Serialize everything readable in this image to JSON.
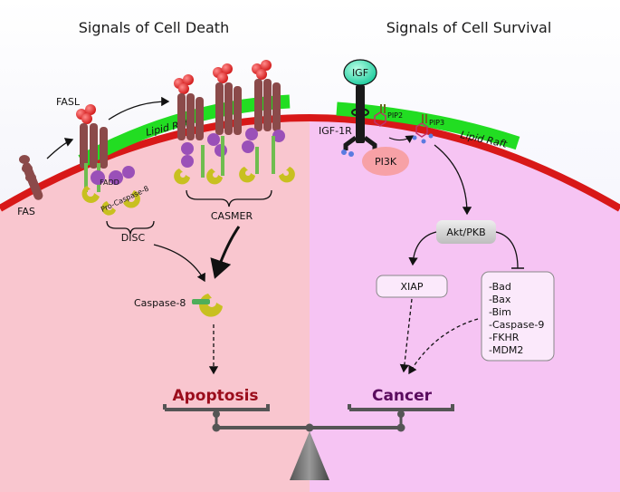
{
  "titles": {
    "death": "Signals of Cell Death",
    "survival": "Signals of Cell Survival"
  },
  "left": {
    "fas": "FAS",
    "fasl": "FASL",
    "lipid_raft": "Lipid Raft",
    "fadd": "FADD",
    "pro_caspase": "Pro-Caspase-8",
    "disc": "DISC",
    "casmer": "CASMER",
    "caspase8": "Caspase-8",
    "apoptosis": "Apoptosis"
  },
  "right": {
    "igf": "IGF",
    "igf1r": "IGF-1R",
    "pip2": "PIP2",
    "pip3": "PIP3",
    "lipid_raft": "Lipid Raft",
    "pi3k": "PI3K",
    "akt": "Akt/PKB",
    "xiap": "XIAP",
    "targets": [
      "-Bad",
      "-Bax",
      "-Bim",
      "-Caspase-9",
      "-FKHR",
      "-MDM2"
    ],
    "cancer": "Cancer"
  },
  "colors": {
    "death_bg": "#f9c6cf",
    "survival_bg": "#f6c4f3",
    "membrane": "#d81818",
    "raft": "#22dd22",
    "apoptosis": "#9b0d1c",
    "cancer": "#5a0b5e",
    "receptor": "#8b4a4a",
    "fadd": "#9a50b8",
    "caspase": "#c8c020"
  }
}
